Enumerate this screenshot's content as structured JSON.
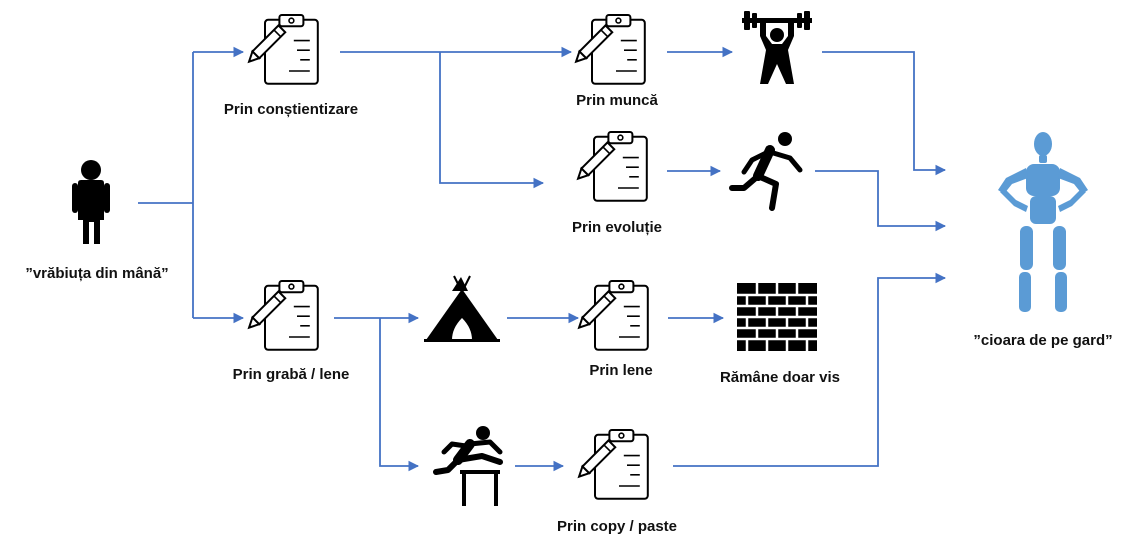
{
  "labels": {
    "start": "”vrăbiuța din mână”",
    "awareness": "Prin conștientizare",
    "work": "Prin muncă",
    "evolution": "Prin evoluție",
    "haste": "Prin grabă / lene",
    "laziness": "Prin lene",
    "dream": "Rămâne doar vis",
    "copy": "Prin copy / paste",
    "end": "”cioara de pe gard”"
  },
  "colors": {
    "connector": "#4472C4",
    "icon": "#000000",
    "mannequin": "#5B9BD5"
  },
  "icons": [
    "person-icon",
    "clipboard-icon",
    "weightlifter-icon",
    "runner-icon",
    "tent-icon",
    "brick-wall-icon",
    "hurdler-icon",
    "mannequin-icon"
  ]
}
